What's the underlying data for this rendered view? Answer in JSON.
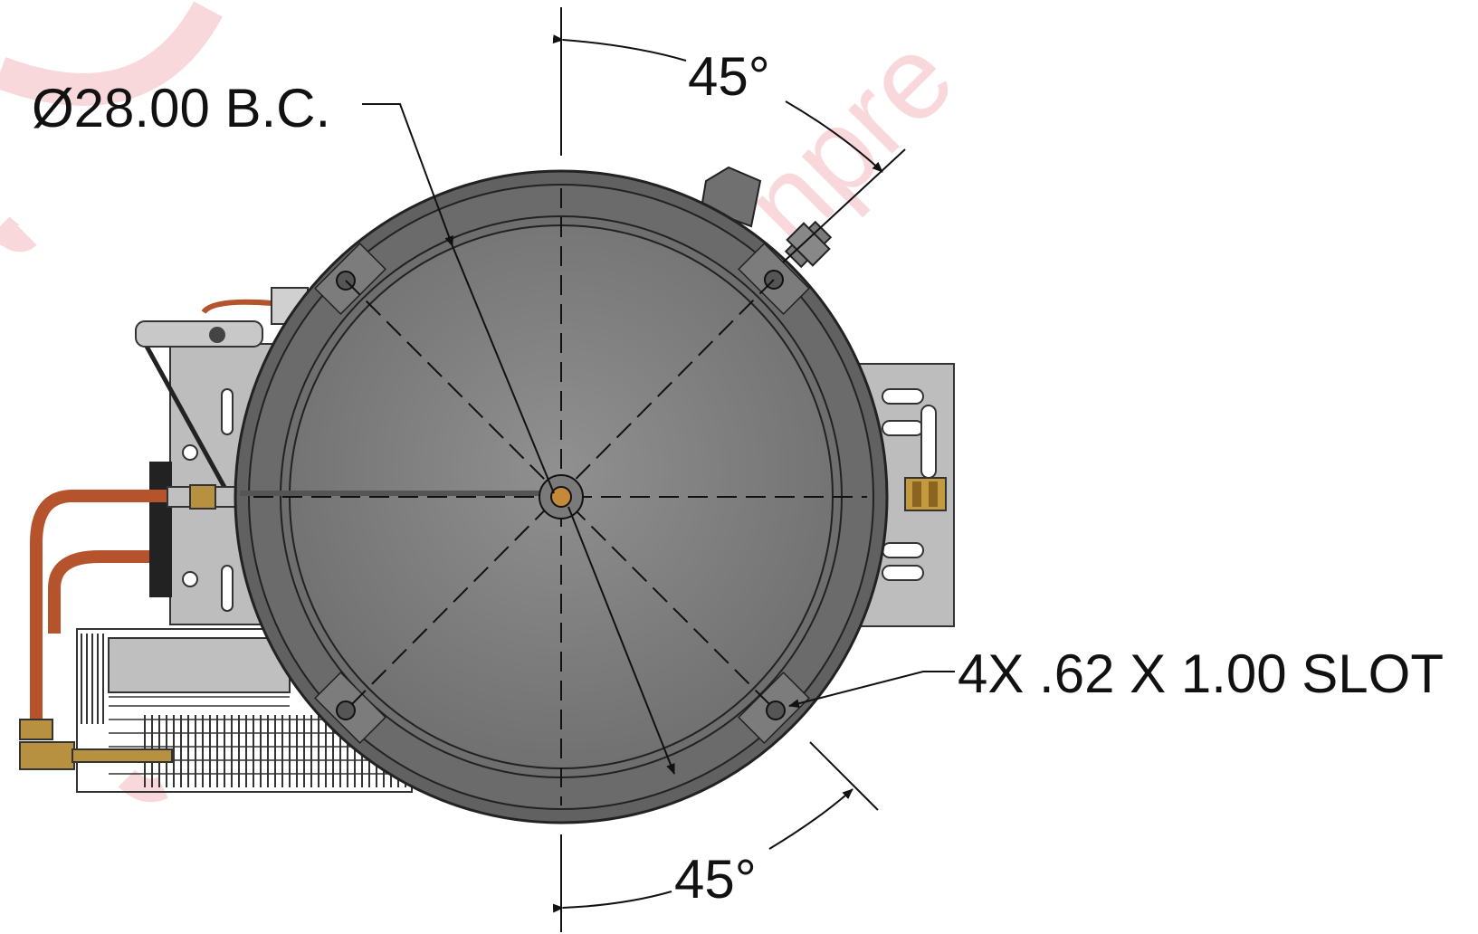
{
  "dimensions": {
    "bolt_circle": "Ø28.00 B.C.",
    "angle_top": "45°",
    "angle_bottom": "45°",
    "slot_callout": "4X .62 X 1.00 SLOT"
  },
  "colors": {
    "tank_rim": "#5d5d5d",
    "tank_face": "#8a8a8a",
    "bracket": "#b9b9b9",
    "copper_pipe": "#b5532c",
    "brass_fitting": "#b89140",
    "watermark": "#f4b8c0",
    "dimension_line": "#111111"
  },
  "icons": [
    "tank-icon",
    "slot-icon",
    "fitting-icon",
    "radiator-icon",
    "copper-pipe-icon"
  ]
}
